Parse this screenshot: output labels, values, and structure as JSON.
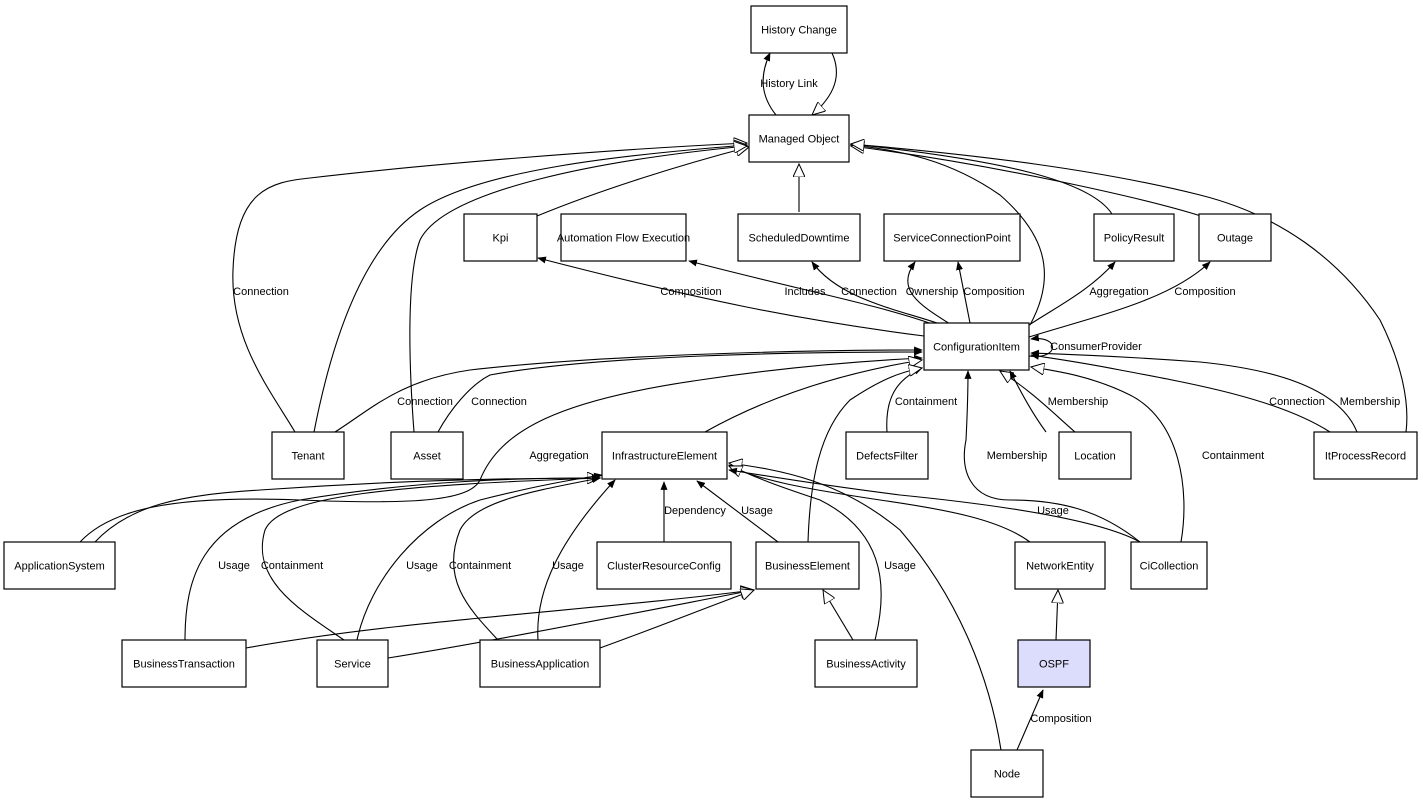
{
  "diagram": {
    "type": "uml-class-relationship-graph",
    "highlight_color": "#dcdcfc",
    "default_fill": "#ffffff",
    "nodes": [
      {
        "id": "HistoryChange",
        "label": "History Change"
      },
      {
        "id": "ManagedObject",
        "label": "Managed Object"
      },
      {
        "id": "Kpi",
        "label": "Kpi"
      },
      {
        "id": "AutomationFlowExecution",
        "label": "Automation Flow Execution"
      },
      {
        "id": "ScheduledDowntime",
        "label": "ScheduledDowntime"
      },
      {
        "id": "ServiceConnectionPoint",
        "label": "ServiceConnectionPoint"
      },
      {
        "id": "PolicyResult",
        "label": "PolicyResult"
      },
      {
        "id": "Outage",
        "label": "Outage"
      },
      {
        "id": "ConfigurationItem",
        "label": "ConfigurationItem"
      },
      {
        "id": "Tenant",
        "label": "Tenant"
      },
      {
        "id": "Asset",
        "label": "Asset"
      },
      {
        "id": "InfrastructureElement",
        "label": "InfrastructureElement"
      },
      {
        "id": "DefectsFilter",
        "label": "DefectsFilter"
      },
      {
        "id": "Location",
        "label": "Location"
      },
      {
        "id": "ItProcessRecord",
        "label": "ItProcessRecord"
      },
      {
        "id": "ApplicationSystem",
        "label": "ApplicationSystem"
      },
      {
        "id": "ClusterResourceConfig",
        "label": "ClusterResourceConfig"
      },
      {
        "id": "BusinessElement",
        "label": "BusinessElement"
      },
      {
        "id": "NetworkEntity",
        "label": "NetworkEntity"
      },
      {
        "id": "CiCollection",
        "label": "CiCollection"
      },
      {
        "id": "BusinessTransaction",
        "label": "BusinessTransaction"
      },
      {
        "id": "Service",
        "label": "Service"
      },
      {
        "id": "BusinessApplication",
        "label": "BusinessApplication"
      },
      {
        "id": "BusinessActivity",
        "label": "BusinessActivity"
      },
      {
        "id": "OSPF",
        "label": "OSPF",
        "highlighted": true
      },
      {
        "id": "Node",
        "label": "Node"
      }
    ],
    "edges": [
      {
        "from": "ManagedObject",
        "to": "HistoryChange",
        "kind": "association",
        "label": "History Link"
      },
      {
        "from": "HistoryChange",
        "to": "ManagedObject",
        "kind": "inheritance",
        "label": ""
      },
      {
        "from": "Kpi",
        "to": "ManagedObject",
        "kind": "inheritance",
        "label": ""
      },
      {
        "from": "ScheduledDowntime",
        "to": "ManagedObject",
        "kind": "inheritance",
        "label": ""
      },
      {
        "from": "Tenant",
        "to": "ManagedObject",
        "kind": "inheritance",
        "label": "Connection"
      },
      {
        "from": "Tenant",
        "to": "ManagedObject",
        "kind": "inheritance",
        "label": ""
      },
      {
        "from": "Asset",
        "to": "ManagedObject",
        "kind": "inheritance",
        "label": ""
      },
      {
        "from": "ConfigurationItem",
        "to": "ManagedObject",
        "kind": "inheritance",
        "label": ""
      },
      {
        "from": "PolicyResult",
        "to": "ManagedObject",
        "kind": "inheritance",
        "label": ""
      },
      {
        "from": "Outage",
        "to": "ManagedObject",
        "kind": "inheritance",
        "label": ""
      },
      {
        "from": "ItProcessRecord",
        "to": "ManagedObject",
        "kind": "inheritance",
        "label": ""
      },
      {
        "from": "ConfigurationItem",
        "to": "Kpi",
        "kind": "association",
        "label": "Composition"
      },
      {
        "from": "ConfigurationItem",
        "to": "AutomationFlowExecution",
        "kind": "association",
        "label": "Includes"
      },
      {
        "from": "ConfigurationItem",
        "to": "ScheduledDowntime",
        "kind": "association",
        "label": "Connection"
      },
      {
        "from": "ConfigurationItem",
        "to": "ServiceConnectionPoint",
        "kind": "association",
        "label": "Ownership"
      },
      {
        "from": "ConfigurationItem",
        "to": "ServiceConnectionPoint",
        "kind": "association",
        "label": "Composition"
      },
      {
        "from": "ConfigurationItem",
        "to": "PolicyResult",
        "kind": "association",
        "label": "Aggregation"
      },
      {
        "from": "ConfigurationItem",
        "to": "Outage",
        "kind": "association",
        "label": "Composition"
      },
      {
        "from": "ConfigurationItem",
        "to": "ConfigurationItem",
        "kind": "association",
        "label": "ConsumerProvider"
      },
      {
        "from": "Tenant",
        "to": "ConfigurationItem",
        "kind": "association",
        "label": "Connection"
      },
      {
        "from": "Asset",
        "to": "ConfigurationItem",
        "kind": "association",
        "label": "Connection"
      },
      {
        "from": "ApplicationSystem",
        "to": "ConfigurationItem",
        "kind": "association",
        "label": "Aggregation"
      },
      {
        "from": "InfrastructureElement",
        "to": "ConfigurationItem",
        "kind": "inheritance",
        "label": ""
      },
      {
        "from": "DefectsFilter",
        "to": "ConfigurationItem",
        "kind": "association",
        "label": "Containment"
      },
      {
        "from": "BusinessElement",
        "to": "ConfigurationItem",
        "kind": "inheritance",
        "label": ""
      },
      {
        "from": "Location",
        "to": "ConfigurationItem",
        "kind": "inheritance",
        "label": ""
      },
      {
        "from": "Location",
        "to": "ConfigurationItem",
        "kind": "association",
        "label": "Membership"
      },
      {
        "from": "CiCollection",
        "to": "ConfigurationItem",
        "kind": "association",
        "label": "Membership"
      },
      {
        "from": "CiCollection",
        "to": "ConfigurationItem",
        "kind": "inheritance",
        "label": "Containment"
      },
      {
        "from": "ItProcessRecord",
        "to": "ConfigurationItem",
        "kind": "association",
        "label": "Connection"
      },
      {
        "from": "ItProcessRecord",
        "to": "ConfigurationItem",
        "kind": "association",
        "label": "Membership"
      },
      {
        "from": "ApplicationSystem",
        "to": "InfrastructureElement",
        "kind": "inheritance",
        "label": ""
      },
      {
        "from": "BusinessTransaction",
        "to": "InfrastructureElement",
        "kind": "association",
        "label": "Usage"
      },
      {
        "from": "Service",
        "to": "InfrastructureElement",
        "kind": "association",
        "label": "Containment"
      },
      {
        "from": "Service",
        "to": "InfrastructureElement",
        "kind": "association",
        "label": "Usage"
      },
      {
        "from": "BusinessApplication",
        "to": "InfrastructureElement",
        "kind": "association",
        "label": "Containment"
      },
      {
        "from": "BusinessApplication",
        "to": "InfrastructureElement",
        "kind": "association",
        "label": "Usage"
      },
      {
        "from": "ClusterResourceConfig",
        "to": "InfrastructureElement",
        "kind": "association",
        "label": "Dependency"
      },
      {
        "from": "BusinessElement",
        "to": "InfrastructureElement",
        "kind": "association",
        "label": "Usage"
      },
      {
        "from": "BusinessActivity",
        "to": "InfrastructureElement",
        "kind": "association",
        "label": "Usage"
      },
      {
        "from": "Node",
        "to": "InfrastructureElement",
        "kind": "inheritance",
        "label": ""
      },
      {
        "from": "NetworkEntity",
        "to": "InfrastructureElement",
        "kind": "inheritance",
        "label": ""
      },
      {
        "from": "CiCollection",
        "to": "InfrastructureElement",
        "kind": "association",
        "label": "Usage"
      },
      {
        "from": "BusinessTransaction",
        "to": "BusinessElement",
        "kind": "inheritance",
        "label": ""
      },
      {
        "from": "Service",
        "to": "BusinessElement",
        "kind": "inheritance",
        "label": ""
      },
      {
        "from": "BusinessApplication",
        "to": "BusinessElement",
        "kind": "inheritance",
        "label": ""
      },
      {
        "from": "BusinessActivity",
        "to": "BusinessElement",
        "kind": "inheritance",
        "label": ""
      },
      {
        "from": "OSPF",
        "to": "NetworkEntity",
        "kind": "inheritance",
        "label": ""
      },
      {
        "from": "Node",
        "to": "OSPF",
        "kind": "association",
        "label": "Composition"
      }
    ]
  }
}
